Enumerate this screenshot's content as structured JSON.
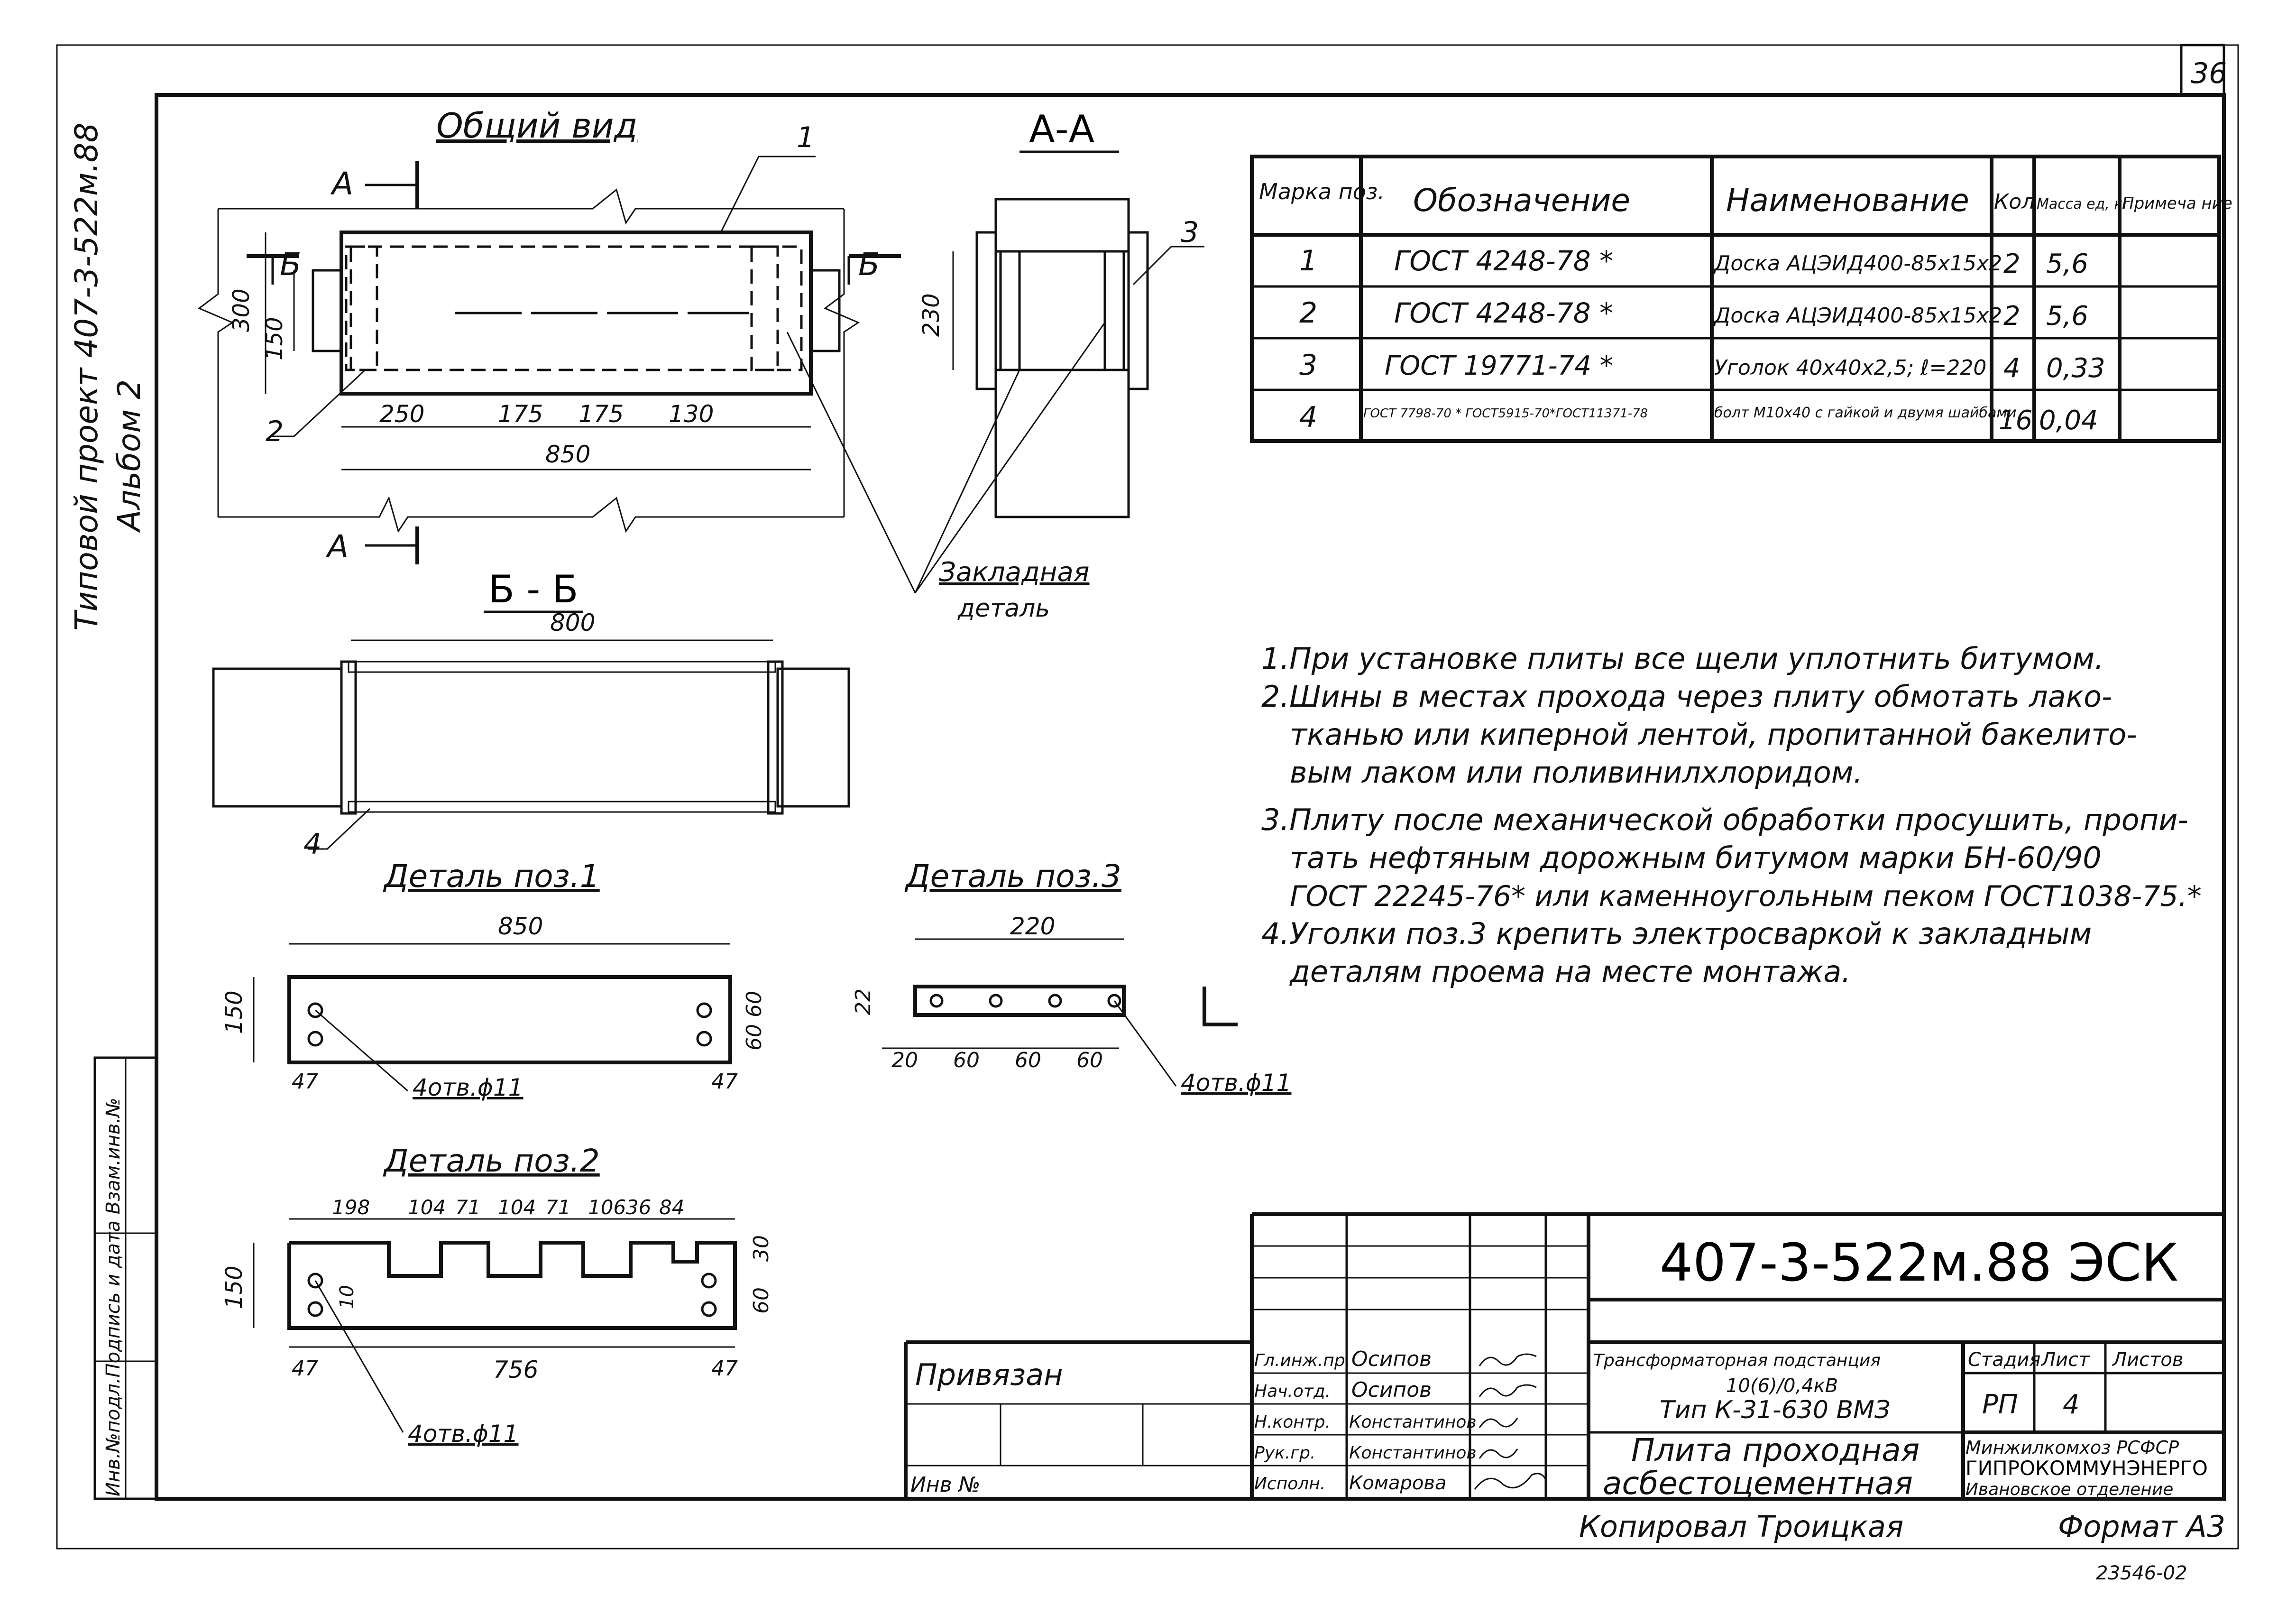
{
  "sheet_number_top": "36",
  "side_title": {
    "line1": "Типовой проект 407-3-522м.88",
    "line2": "Альбом 2"
  },
  "side_stamp": "Инв.№подл.Подпись и дата Взам.инв.№",
  "general_view": {
    "title": "Общий вид",
    "section_mark": "А",
    "section_mark_b": "Б",
    "callout_1": "1",
    "callout_2": "2",
    "dims": {
      "h300": "300",
      "h150": "150",
      "d250": "250",
      "d175a": "175",
      "d175b": "175",
      "d130": "130",
      "d850": "850"
    }
  },
  "section_aa": {
    "title": "А-А",
    "callout_3": "3",
    "dim230": "230",
    "embed_label_1": "Закладная",
    "embed_label_2": "деталь"
  },
  "section_bb": {
    "title": "Б - Б",
    "dim800": "800",
    "callout_4": "4"
  },
  "detail1": {
    "title": "Деталь поз.1",
    "d850": "850",
    "d150": "150",
    "d60a": "60",
    "d60b": "60",
    "d47a": "47",
    "d47b": "47",
    "holes": "4отв.ϕ11"
  },
  "detail3": {
    "title": "Деталь поз.3",
    "d220": "220",
    "d22": "22",
    "d20": "20",
    "d60a": "60",
    "d60b": "60",
    "d60c": "60",
    "holes": "4отв.ϕ11"
  },
  "detail2": {
    "title": "Деталь поз.2",
    "dims_top": [
      "198",
      "104",
      "71",
      "104",
      "71",
      "106",
      "36",
      "84"
    ],
    "d150": "150",
    "d10": "10",
    "d30": "30",
    "d60": "60",
    "d47a": "47",
    "d756": "756",
    "d47b": "47",
    "holes": "4отв.ϕ11"
  },
  "spec_table": {
    "headers": [
      "Марка поз.",
      "Обозначение",
      "Наименование",
      "Кол",
      "Масса ед, кг",
      "Примеча ние"
    ],
    "rows": [
      [
        "1",
        "ГОСТ 4248-78 *",
        "Доска АЦЭИД400-85х15х2",
        "2",
        "5,6",
        ""
      ],
      [
        "2",
        "ГОСТ 4248-78 *",
        "Доска АЦЭИД400-85х15х2",
        "2",
        "5,6",
        ""
      ],
      [
        "3",
        "ГОСТ 19771-74 *",
        "Уголок 40х40х2,5; ℓ=220",
        "4",
        "0,33",
        ""
      ],
      [
        "4",
        "ГОСТ 7798-70 * ГОСТ5915-70*ГОСТ11371-78",
        "болт М10х40 с гайкой и двумя шайбами",
        "16",
        "0,04",
        ""
      ]
    ]
  },
  "notes": [
    "1.При установке плиты все щели уплотнить битумом.",
    "2.Шины в местах прохода через плиту обмотать лако-",
    "тканью или киперной лентой, пропитанной бакелито-",
    "вым лаком или поливинилхлоридом.",
    "3.Плиту после механической обработки просушить, пропи-",
    "тать нефтяным дорожным битумом марки БН-60/90",
    "ГОСТ 22245-76* или каменноугольным пеком ГОСТ1038-75.*",
    "4.Уголки поз.3 крепить электросваркой к закладным",
    "деталям проема на месте монтажа."
  ],
  "title_block": {
    "code": "407-3-522м.88 ЭСК",
    "privyazan": "Привязан",
    "inv_no": "Инв №",
    "roles": [
      {
        "role": "Гл.инж.пр.",
        "name": "Осипов"
      },
      {
        "role": "Нач.отд.",
        "name": "Осипов"
      },
      {
        "role": "Н.контр.",
        "name": "Константинов"
      },
      {
        "role": "Рук.гр.",
        "name": "Константинов"
      },
      {
        "role": "Исполн.",
        "name": "Комарова"
      }
    ],
    "object_1": "Трансформаторная подстанция",
    "object_2": "10(6)/0,4кВ",
    "object_3": "Тип К-31-630 ВМЗ",
    "stage_h": "Стадия",
    "sheet_h": "Лист",
    "sheets_h": "Листов",
    "stage": "РП",
    "sheet": "4",
    "drawing_1": "Плита проходная",
    "drawing_2": "асбестоцементная",
    "org_1": "Минжилкомхоз РСФСР",
    "org_2": "ГИПРОКОММУНЭНЕРГО",
    "org_3": "Ивановское отделение"
  },
  "copied_by": "Копировал Троицкая",
  "format": "Формат А3",
  "archive_no": "23546-02"
}
